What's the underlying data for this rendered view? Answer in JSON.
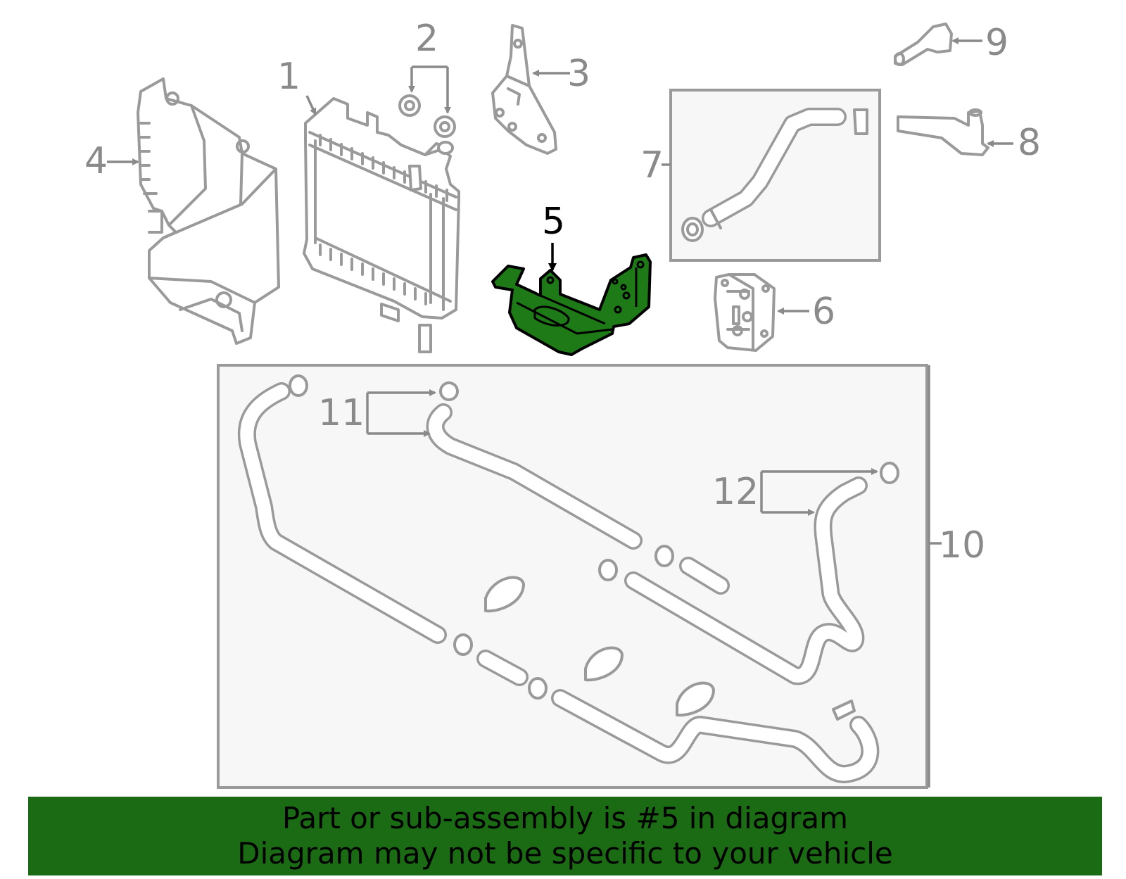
{
  "callouts": {
    "c1": "1",
    "c2": "2",
    "c3": "3",
    "c4": "4",
    "c5": "5",
    "c6": "6",
    "c7": "7",
    "c8": "8",
    "c9": "9",
    "c10": "10",
    "c11": "11",
    "c12": "12"
  },
  "highlighted_part": "5",
  "colors": {
    "highlight": "#1e7a17",
    "banner": "#1a6b13",
    "line": "#9a9a9a"
  },
  "banner": {
    "line1": "Part or sub-assembly is #5 in diagram",
    "line2": "Diagram may not be specific to your vehicle"
  }
}
